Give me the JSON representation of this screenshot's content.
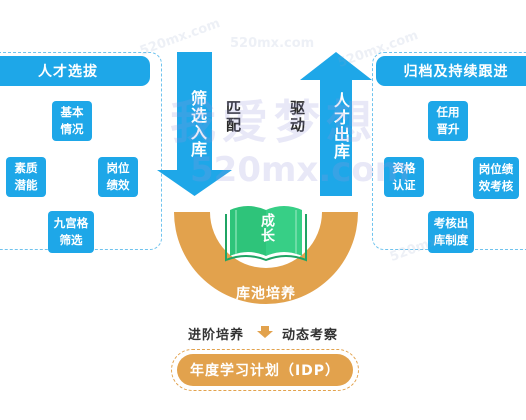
{
  "left_panel": {
    "title": "人才选拔",
    "items": [
      "基本\n情况",
      "素质\n潜能",
      "岗位\n绩效",
      "九宫格\n筛选"
    ]
  },
  "right_panel": {
    "title": "归档及持续跟进",
    "items": [
      "任用\n晋升",
      "资格\n认证",
      "岗位绩\n效考核",
      "考核出\n库制度"
    ]
  },
  "center": {
    "down_arrow_text": "筛选入库",
    "match_text": "匹配",
    "drive_text": "驱动",
    "up_arrow_text": "人才出库",
    "book_text": "成长",
    "pool_label": "库池培养",
    "advance_label": "进阶培养",
    "review_label": "动态考察",
    "idp_label": "年度学习计划（IDP）"
  },
  "watermark": {
    "site": "520mx.com",
    "brand": "我爱梦想"
  },
  "colors": {
    "blue": "#1ea7e8",
    "orange": "#e2a24d",
    "book_green": "#2ec47a"
  }
}
